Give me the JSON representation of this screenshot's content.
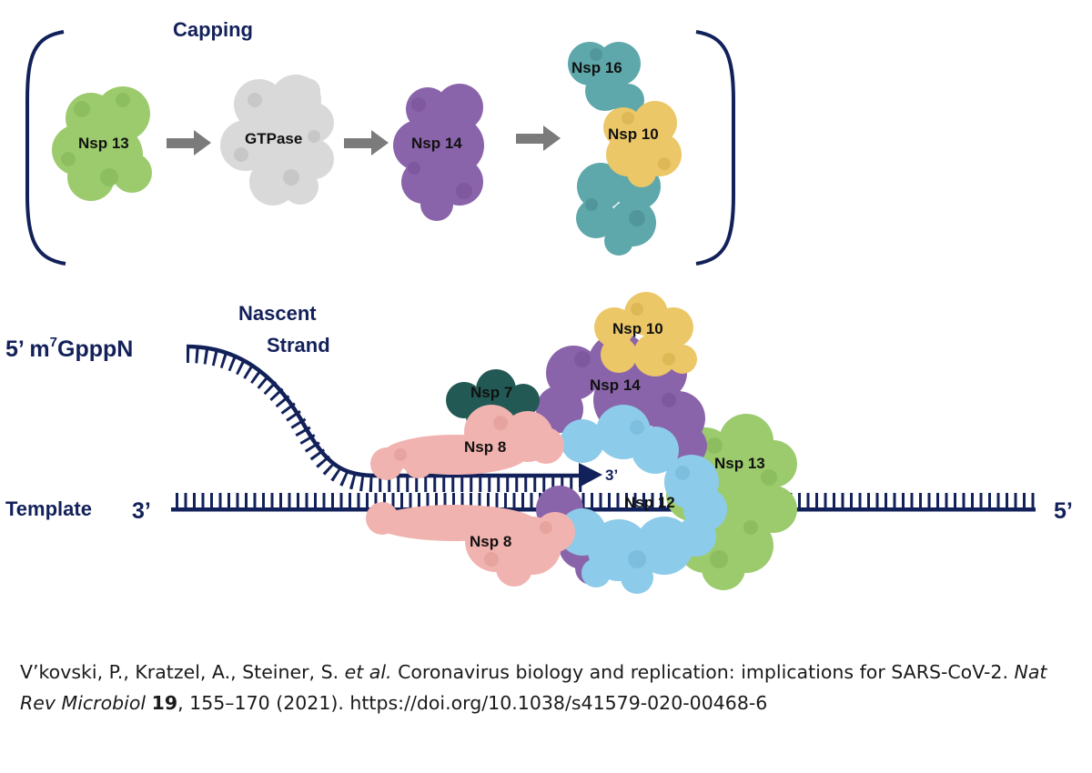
{
  "capping": {
    "title": "Capping",
    "proteins": {
      "nsp13": "Nsp 13",
      "gtpase": "GTPase",
      "nsp14": "Nsp 14",
      "nsp16": "Nsp 16",
      "nsp10": "Nsp 10"
    }
  },
  "complex": {
    "cap_label": "5’ m",
    "cap_superscript": "7",
    "cap_suffix": "GpppN",
    "nascent_line1": "Nascent",
    "nascent_line2": "Strand",
    "template_label": "Template",
    "template_3prime": "3’",
    "template_5prime": "5’",
    "growing_end": "3’",
    "proteins": {
      "nsp7": "Nsp 7",
      "nsp8_top": "Nsp 8",
      "nsp8_bottom": "Nsp 8",
      "nsp10": "Nsp 10",
      "nsp14": "Nsp 14",
      "nsp12": "Nsp 12",
      "nsp13": "Nsp 13"
    }
  },
  "colors": {
    "navy": "#13215a",
    "nsp13_green": "#9ccb6d",
    "gtpase_grey": "#d9d9d9",
    "nsp14_purple": "#8a64aa",
    "nsp16_teal": "#5ea7ab",
    "nsp10_yellow": "#ecc767",
    "nsp7_darkgreen": "#235954",
    "nsp8_pink": "#f1b3af",
    "nsp12_blue": "#8ccbe9",
    "arrow_grey": "#7b7b7b"
  },
  "citation": {
    "authors": "V’kovski, P., Kratzel, A., Steiner, S. ",
    "etal": "et al.",
    "title": " Coronavirus biology and replication: implications for SARS-CoV-2. ",
    "journal": "Nat Rev Microbiol",
    "space": " ",
    "volume": "19",
    "rest": ", 155–170 (2021). https://doi.org/10.1038/s41579-020-00468-6"
  }
}
